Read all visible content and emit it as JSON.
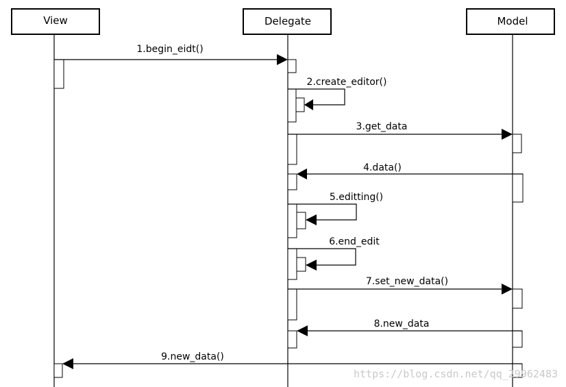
{
  "participants": {
    "view": "View",
    "delegate": "Delegate",
    "model": "Model"
  },
  "messages": [
    "1.begin_eidt()",
    "2.create_editor()",
    "3.get_data",
    "4.data()",
    "5.editting()",
    "6.end_edit",
    "7.set_new_data()",
    "8.new_data",
    "9.new_data()"
  ],
  "watermark": "https://blog.csdn.net/qq_29962483"
}
